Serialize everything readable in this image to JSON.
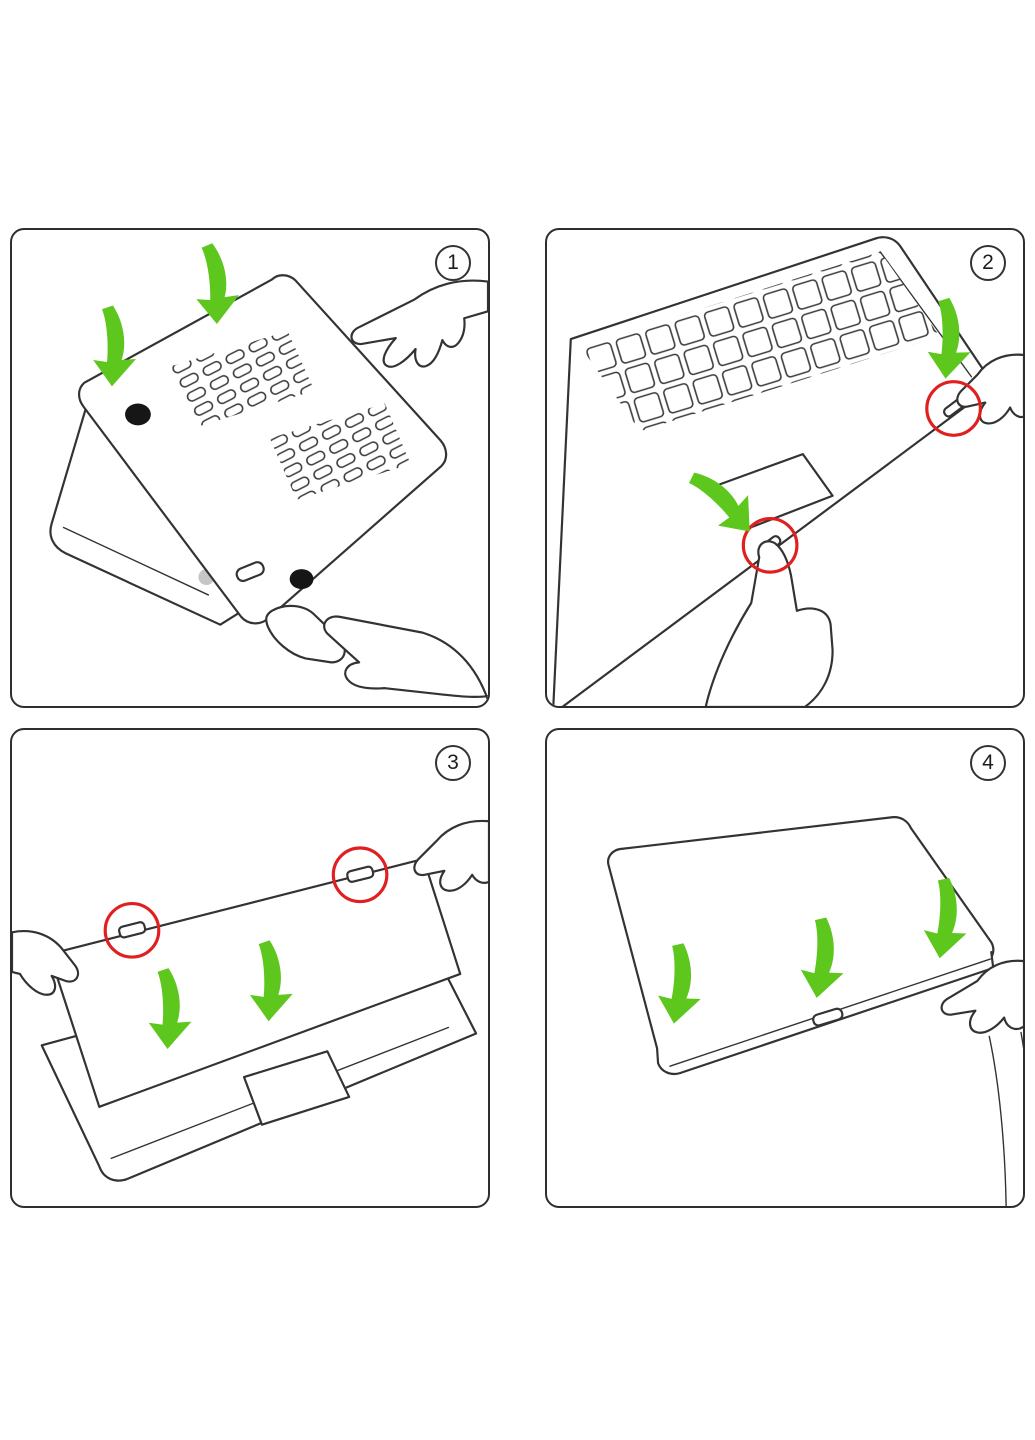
{
  "page": {
    "background": "#ffffff"
  },
  "colors": {
    "line": "#333333",
    "panel_border": "#2e2e2e",
    "arrow_green": "#5ec71e",
    "highlight_red": "#e02020",
    "logo_gray": "#c6c6c6"
  },
  "icons": {
    "arrow": "curved-green-arrow-down",
    "highlight": "red-circle-marker",
    "badge": "circled-step-number"
  },
  "panels": [
    {
      "number": "1"
    },
    {
      "number": "2"
    },
    {
      "number": "3"
    },
    {
      "number": "4"
    }
  ]
}
